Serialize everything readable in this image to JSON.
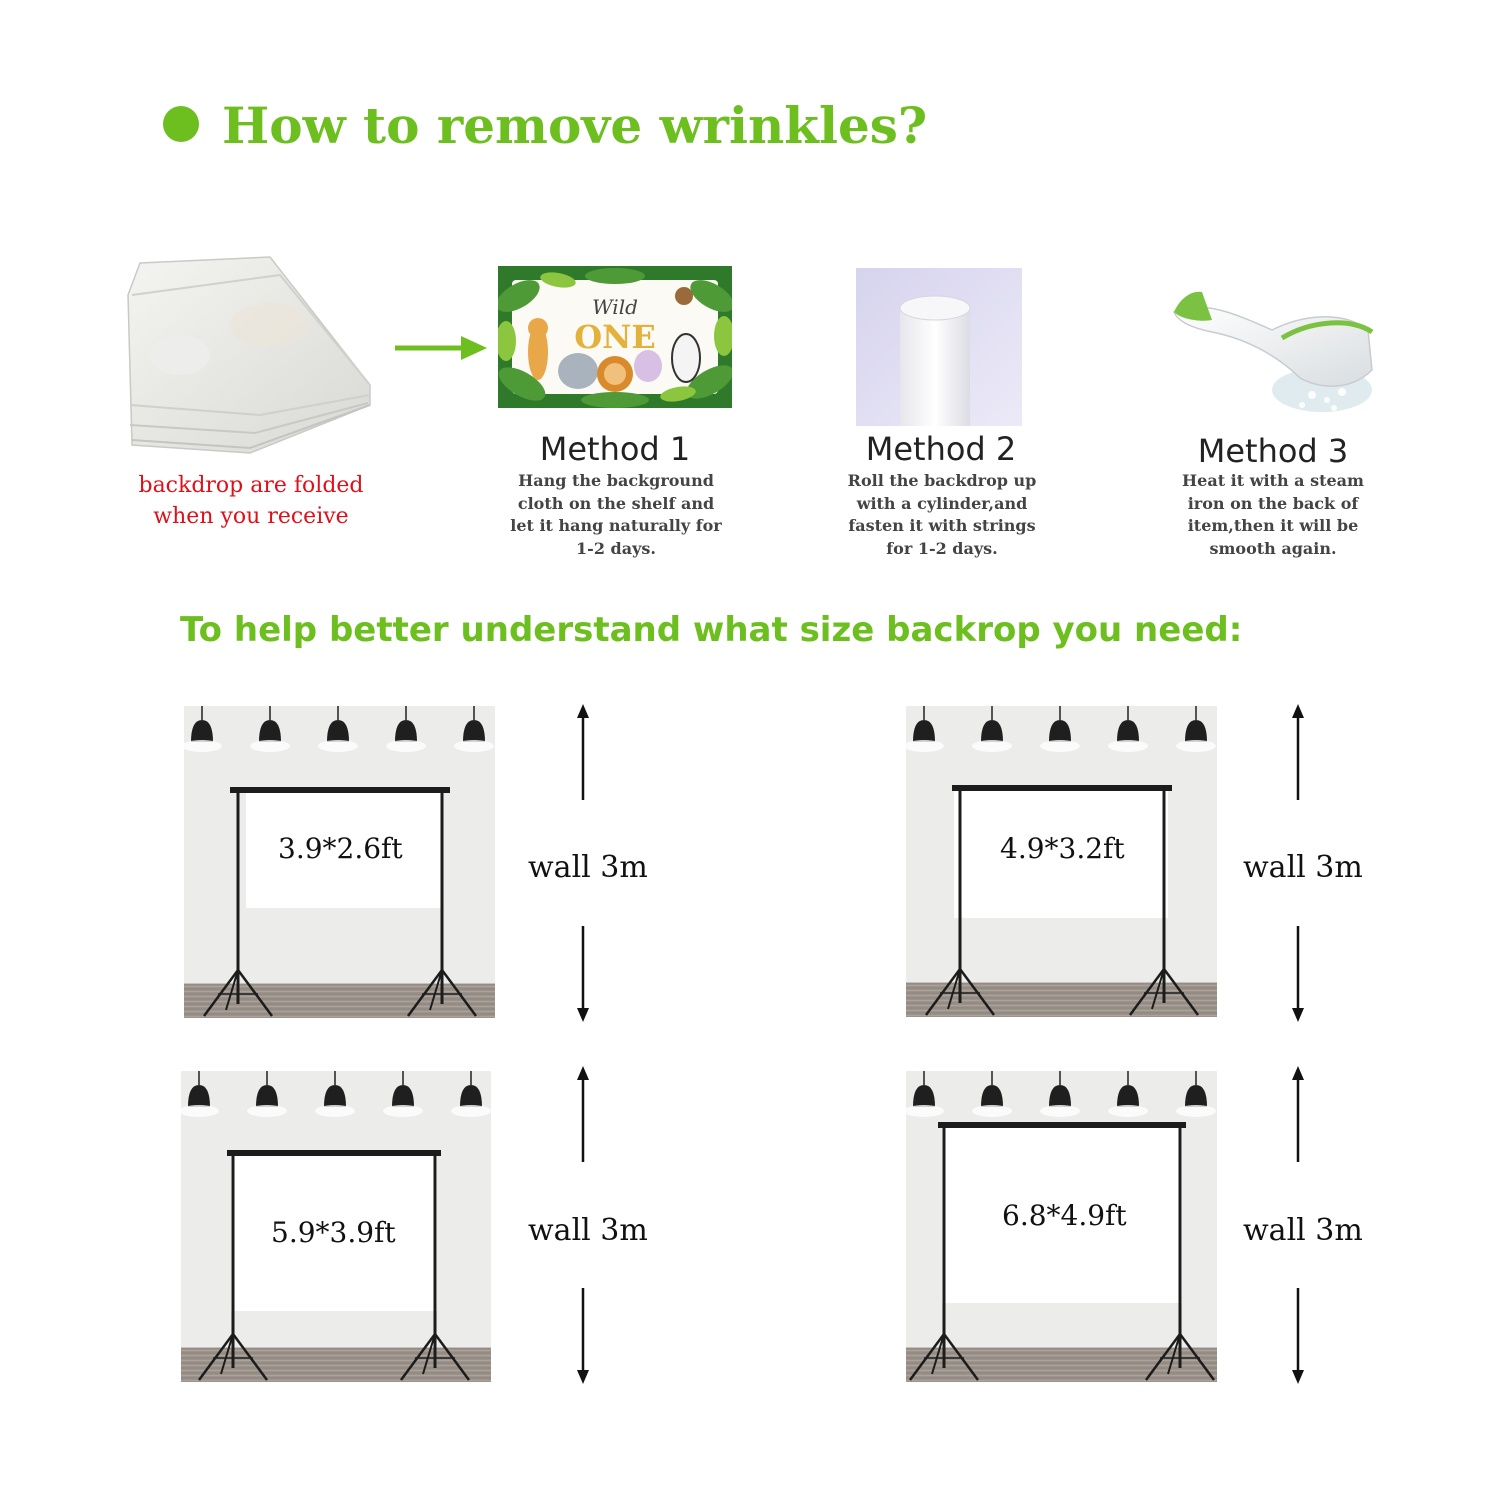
{
  "section1": {
    "title": "How to remove wrinkles?",
    "folded_caption_line1": "backdrop are folded",
    "folded_caption_line2": "when you receive",
    "methods": [
      {
        "title": "Method 1",
        "desc": [
          "Hang the background",
          "cloth on the shelf and",
          "let it hang naturally for",
          "1-2 days."
        ]
      },
      {
        "title": "Method 2",
        "desc": [
          "Roll the backdrop up",
          "with a cylinder,and",
          "fasten it with strings",
          "for 1-2 days."
        ]
      },
      {
        "title": "Method 3",
        "desc": [
          "Heat it with a steam",
          "iron on the back of",
          "item,then it will be",
          "smooth again."
        ]
      }
    ],
    "backdrop_sample": {
      "line1": "Wild",
      "line2": "ONE"
    }
  },
  "section2": {
    "title": "To help better understand what size backrop you need:",
    "sizes": [
      {
        "label": "3.9*2.6ft",
        "wall": "wall 3m"
      },
      {
        "label": "4.9*3.2ft",
        "wall": "wall 3m"
      },
      {
        "label": "5.9*3.9ft",
        "wall": "wall 3m"
      },
      {
        "label": "6.8*4.9ft",
        "wall": "wall 3m"
      }
    ]
  },
  "colors": {
    "accent_green": "#6cbf1e",
    "caption_red": "#e0101a"
  }
}
